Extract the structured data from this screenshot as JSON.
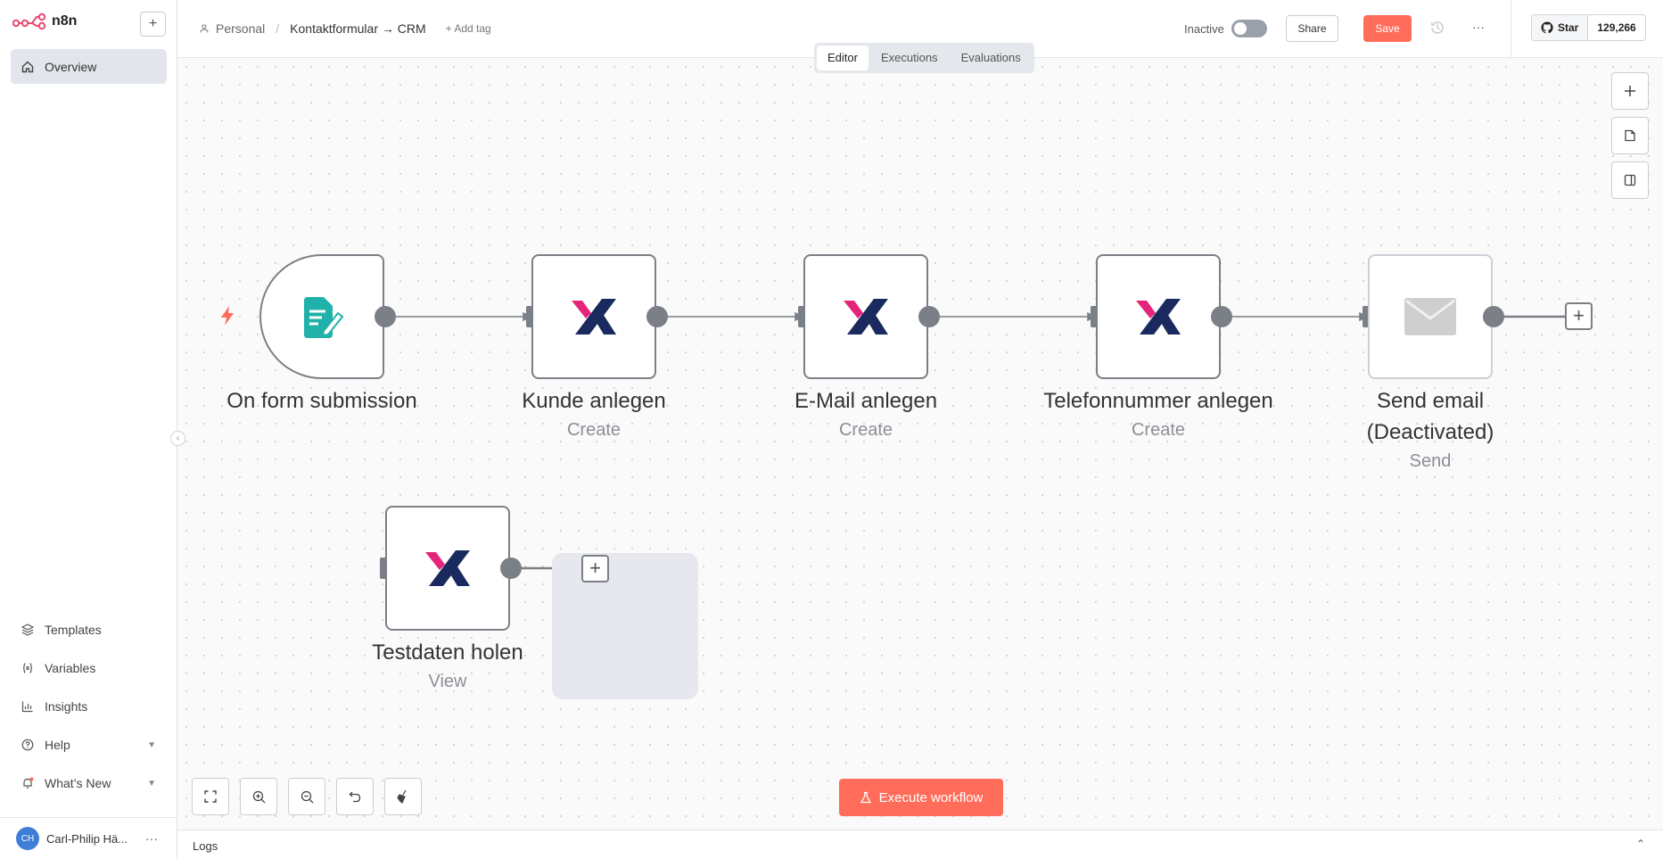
{
  "app": {
    "name": "n8n",
    "new_label": "+"
  },
  "sidebar": {
    "overview_label": "Overview",
    "bottom_items": [
      {
        "label": "Templates",
        "icon": "box-icon"
      },
      {
        "label": "Variables",
        "icon": "variables-icon"
      },
      {
        "label": "Insights",
        "icon": "chart-icon"
      },
      {
        "label": "Help",
        "icon": "help-icon"
      },
      {
        "label": "What’s New",
        "icon": "bell-icon"
      }
    ],
    "user": {
      "initials": "CH",
      "name": "Carl-Philip Hä...",
      "more": "···"
    },
    "collapse": "‹"
  },
  "header": {
    "project": "Personal",
    "separator": "/",
    "workflow_title": "Kontaktformular → CRM",
    "add_tag": "+ Add tag",
    "status_label": "Inactive",
    "share_label": "Share",
    "save_label": "Save",
    "more": "···",
    "github": {
      "star_label": "Star",
      "count": "129,266"
    }
  },
  "tabs": [
    "Editor",
    "Executions",
    "Evaluations"
  ],
  "nodes": [
    {
      "title": "On form submission",
      "subtitle": ""
    },
    {
      "title": "Kunde anlegen",
      "subtitle": "Create"
    },
    {
      "title": "E-Mail anlegen",
      "subtitle": "Create"
    },
    {
      "title": "Telefonnummer anlegen",
      "subtitle": "Create"
    },
    {
      "title": "Send email",
      "title2": "(Deactivated)",
      "subtitle": "Send"
    },
    {
      "title": "Testdaten holen",
      "subtitle": "View"
    }
  ],
  "canvas": {
    "execute_label": "Execute workflow",
    "add_symbol": "+"
  },
  "logs": {
    "label": "Logs",
    "chevron": "⌃"
  },
  "colors": {
    "accent": "#ff6d5a",
    "node_border": "#7b7f86",
    "form_icon": "#20b2aa",
    "x_pink": "#e5257a",
    "x_navy": "#1a2a5e"
  }
}
